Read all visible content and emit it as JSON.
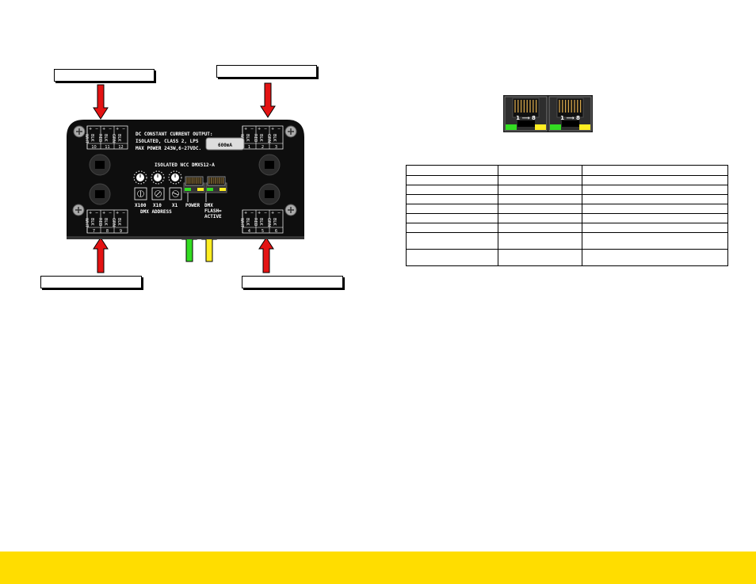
{
  "device": {
    "output_line1": "DC CONSTANT CURRENT OUTPUT:",
    "output_line2": "ISOLATED, CLASS 2, LPS",
    "output_line3": "MAX POWER 243W,6-27VDC.",
    "current_rating": "600mA",
    "model_title": "ISOLATED NCC DMX512-A",
    "dial_labels": [
      "X100",
      "X10",
      "X1"
    ],
    "dmx_address_label": "DMX ADDRESS",
    "power_label": "POWER",
    "dmx_label": "DMX",
    "flash_label": "FLASH=",
    "active_label": "ACTIVE",
    "terminal_numbers": {
      "top_left": [
        "10",
        "11",
        "12"
      ],
      "top_right": [
        "1",
        "2",
        "3"
      ],
      "bottom_left": [
        "7",
        "8",
        "9"
      ],
      "bottom_right": [
        "4",
        "5",
        "6"
      ]
    },
    "terminal_signs": [
      "+",
      "−"
    ],
    "terminal_colors": [
      "WHT BLK",
      "RED BLK",
      "GRN BLK"
    ]
  },
  "rj45": {
    "ports": [
      {
        "pin_range": "1 ⟶ 8"
      },
      {
        "pin_range": "1 ⟶ 8"
      }
    ]
  },
  "colors": {
    "arrow_red": "#e41313",
    "arrow_green": "#33dd22",
    "arrow_yellow": "#ffee22",
    "footer": "#ffdd00",
    "device_body": "#0e0e0e"
  },
  "table": {
    "rows": 9,
    "columns": 3
  }
}
